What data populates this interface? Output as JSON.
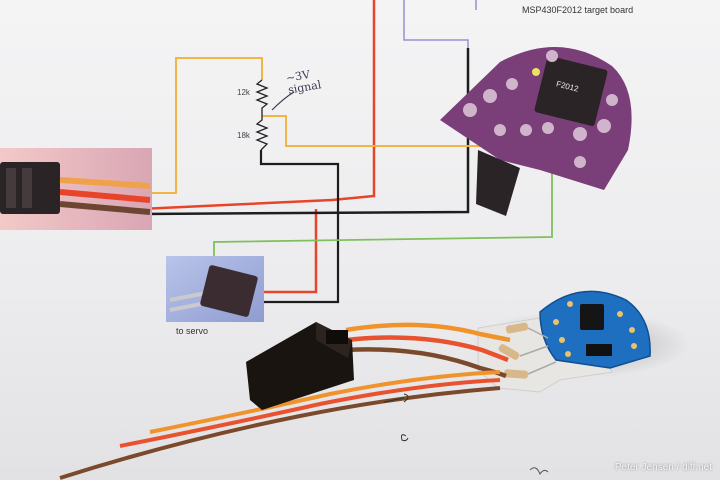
{
  "labels": {
    "target_board": "MSP430F2012 target board",
    "to_servo": "to servo",
    "resistor_top": "12k",
    "resistor_bottom": "18k",
    "handwritten_note": "~3V\nsignal",
    "chip_marking": "F2012",
    "photo_credit": "Peter Jensen / diff.net"
  },
  "colors": {
    "paper": "#eeeeef",
    "wire_red": "#e8442a",
    "wire_black": "#1d1d1d",
    "wire_orange": "#f2b545",
    "wire_green": "#7fc05a",
    "wire_purple": "#9a8fd0",
    "pcb_purple": "#7a3e78",
    "pcb_blue": "#1f6fc0",
    "servo_plug": "#1a1410"
  }
}
